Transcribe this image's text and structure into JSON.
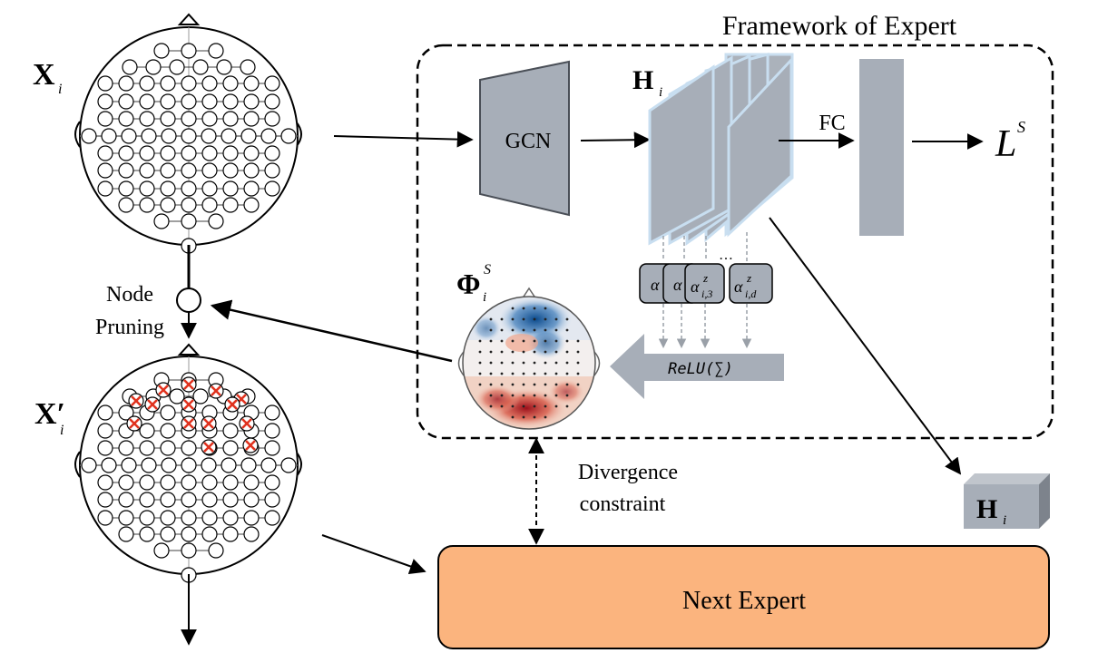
{
  "title": "Framework of Expert",
  "labels": {
    "x_i": "X",
    "x_i_sub": "i",
    "x_i_prime": "X′",
    "x_i_prime_sub": "i",
    "h_i": "H",
    "h_i_sub": "i",
    "h_i_box": "H",
    "h_i_box_sub": "i",
    "phi": "Φ",
    "phi_sup": "S",
    "phi_sub": "i",
    "gcn": "GCN",
    "fc": "FC",
    "loss": "L",
    "loss_sup": "S",
    "node_pruning_line1": "Node",
    "node_pruning_line2": "Pruning",
    "divergence_line1": "Divergence",
    "divergence_line2": "constraint",
    "relu": "ReLU(∑)",
    "next_expert": "Next Expert",
    "ellipsis": "…"
  },
  "alpha_boxes": [
    {
      "main": "α",
      "sup": "",
      "sub": ""
    },
    {
      "main": "α",
      "sup": "",
      "sub": ""
    },
    {
      "main": "α",
      "sup": "z",
      "sub": "i,3"
    },
    {
      "main": "α",
      "sup": "z",
      "sub": "i,d"
    }
  ],
  "colors": {
    "block_gray": "#a7aeb8",
    "block_stroke": "#4a4f57",
    "feature_edge": "#bcd6ec",
    "next_expert_fill": "#fbb47e",
    "pruned_x": "#e0321e"
  }
}
